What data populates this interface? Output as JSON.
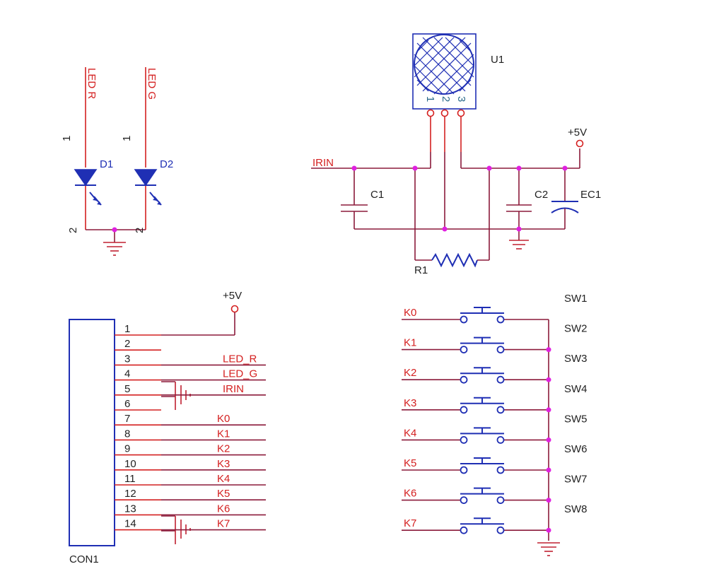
{
  "led_section": {
    "net_led_r": "LED R",
    "net_led_g": "LED G",
    "d1_label": "D1",
    "d2_label": "D2",
    "pin_1": "1",
    "pin_2": "2"
  },
  "ir_section": {
    "u1_label": "U1",
    "u1_pins": [
      "1",
      "2",
      "3"
    ],
    "net_irin": "IRIN",
    "supply": "+5V",
    "c1_label": "C1",
    "c2_label": "C2",
    "ec1_label": "EC1",
    "r1_label": "R1"
  },
  "connector": {
    "label": "CON1",
    "supply": "+5V",
    "pin_numbers": [
      "1",
      "2",
      "3",
      "4",
      "5",
      "6",
      "7",
      "8",
      "9",
      "10",
      "11",
      "12",
      "13",
      "14"
    ],
    "nets": [
      "LED_R",
      "LED_G",
      "IRIN",
      "K0",
      "K1",
      "K2",
      "K3",
      "K4",
      "K5",
      "K6",
      "K7"
    ]
  },
  "switches": {
    "nets": [
      "K0",
      "K1",
      "K2",
      "K3",
      "K4",
      "K5",
      "K6",
      "K7"
    ],
    "labels": [
      "SW1",
      "SW2",
      "SW3",
      "SW4",
      "SW5",
      "SW6",
      "SW7",
      "SW8"
    ]
  }
}
